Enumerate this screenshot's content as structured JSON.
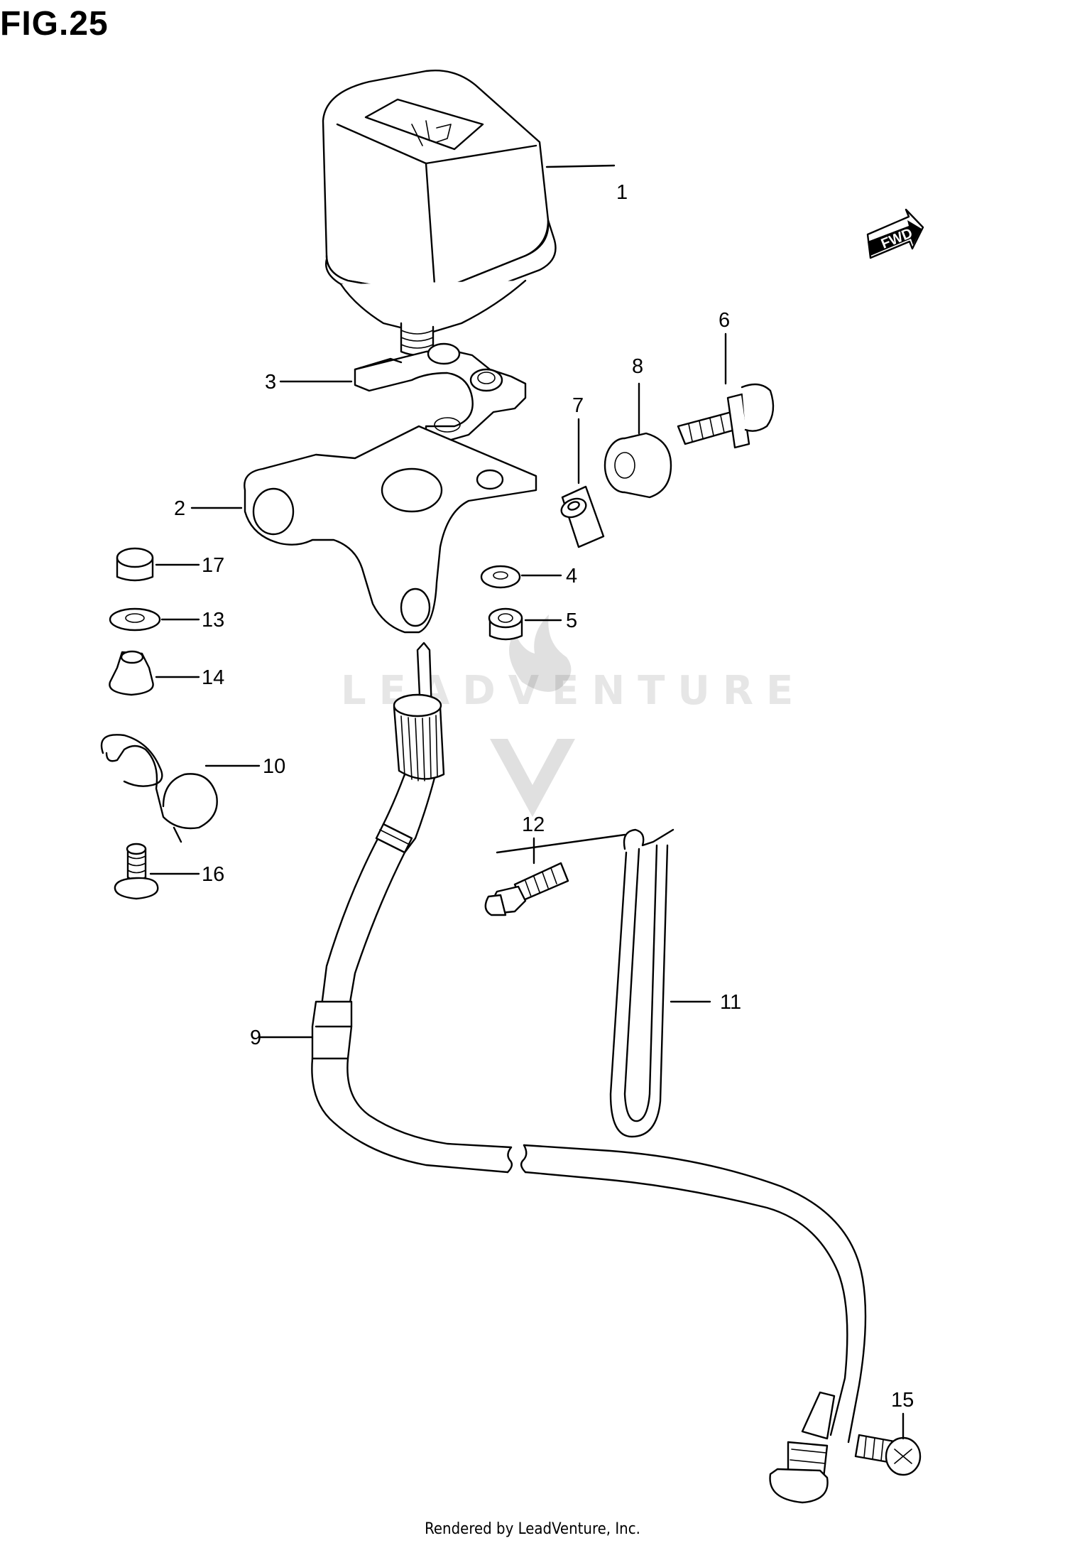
{
  "figure_title": "FIG.25",
  "footer_text": "Rendered by LeadVenture, Inc.",
  "watermark_text": "LEADVENTURE",
  "fwd_label": "FWD",
  "callouts": {
    "p1": "1",
    "p2": "2",
    "p3": "3",
    "p4": "4",
    "p5": "5",
    "p6": "6",
    "p7": "7",
    "p8": "8",
    "p9": "9",
    "p10": "10",
    "p11": "11",
    "p12": "12",
    "p13": "13",
    "p14": "14",
    "p15": "15",
    "p16": "16",
    "p17": "17"
  }
}
